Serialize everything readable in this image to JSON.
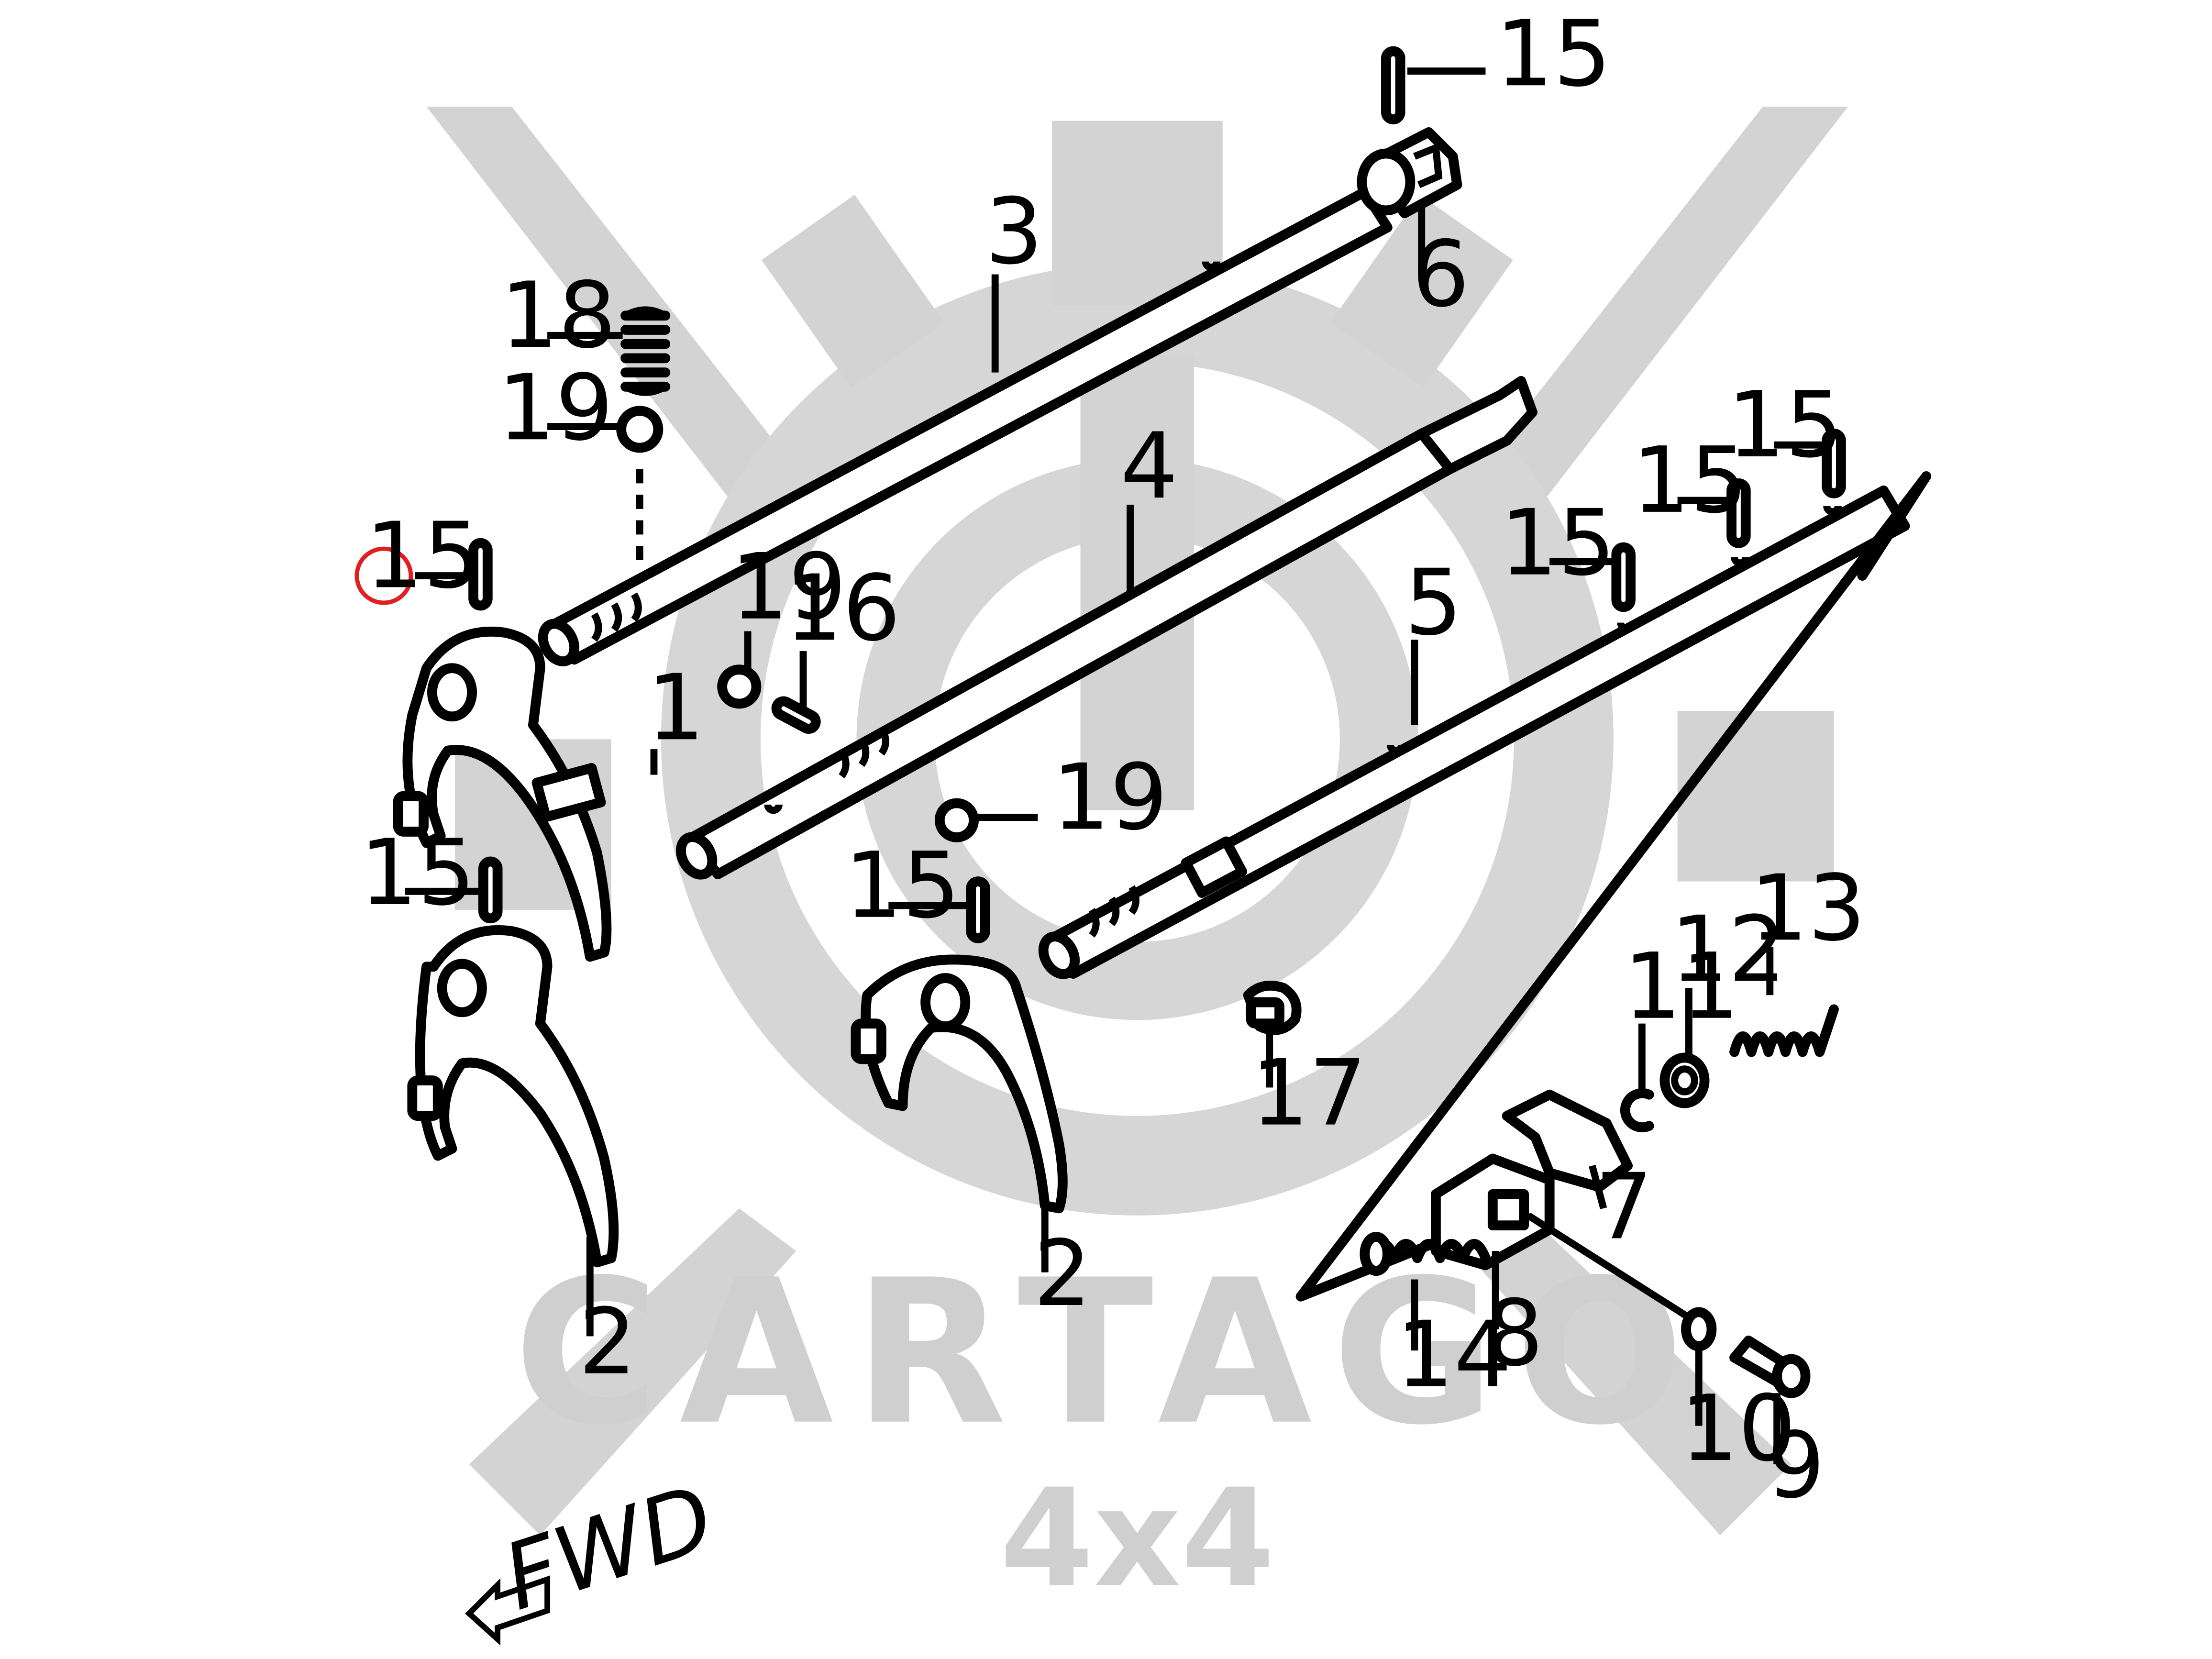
{
  "watermark": {
    "brand": "CARTAGO",
    "sub": "4x4"
  },
  "fwd_mark": "FWD",
  "highlight_color": "#e02020",
  "callouts": {
    "c15_top": "15",
    "c3": "3",
    "c6": "6",
    "c18": "18",
    "c19_a": "19",
    "c15_circled": "15",
    "c4": "4",
    "c19_b": "19",
    "c16": "16",
    "c1": "1",
    "c15_r1": "15",
    "c15_r2": "15",
    "c15_r3": "15",
    "c5": "5",
    "c19_c": "19",
    "c15_l2": "15",
    "c15_mid": "15",
    "c2_left": "2",
    "c2_mid": "2",
    "c17": "17",
    "c13": "13",
    "c12": "12",
    "c11": "11",
    "c7": "7",
    "c14": "14",
    "c8": "8",
    "c10": "10",
    "c9": "9"
  }
}
